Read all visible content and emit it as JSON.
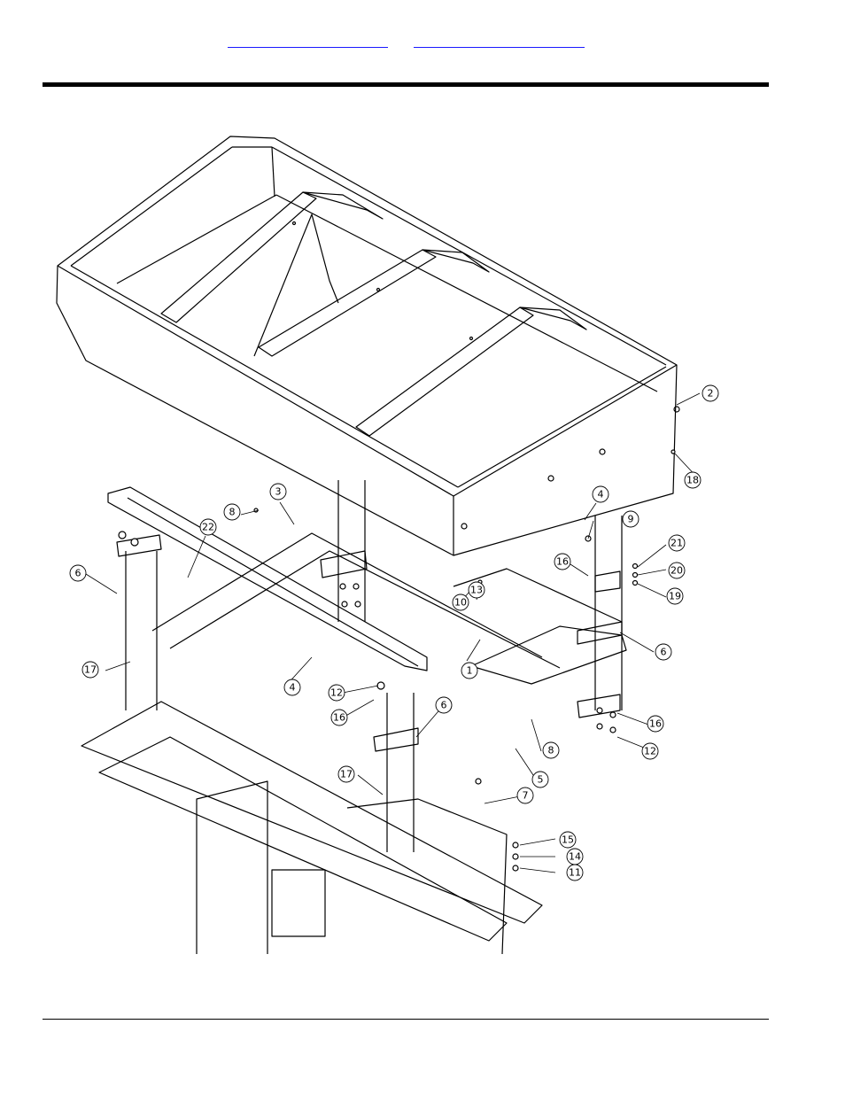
{
  "header": {
    "links": [
      "",
      ""
    ]
  },
  "diagram": {
    "callouts": [
      {
        "label": "1"
      },
      {
        "label": "2"
      },
      {
        "label": "3"
      },
      {
        "label": "4"
      },
      {
        "label": "4"
      },
      {
        "label": "5"
      },
      {
        "label": "6"
      },
      {
        "label": "6"
      },
      {
        "label": "6"
      },
      {
        "label": "7"
      },
      {
        "label": "8"
      },
      {
        "label": "8"
      },
      {
        "label": "9"
      },
      {
        "label": "10"
      },
      {
        "label": "11"
      },
      {
        "label": "12"
      },
      {
        "label": "12"
      },
      {
        "label": "13"
      },
      {
        "label": "14"
      },
      {
        "label": "15"
      },
      {
        "label": "16"
      },
      {
        "label": "16"
      },
      {
        "label": "16"
      },
      {
        "label": "17"
      },
      {
        "label": "17"
      },
      {
        "label": "18"
      },
      {
        "label": "19"
      },
      {
        "label": "20"
      },
      {
        "label": "21"
      },
      {
        "label": "22"
      }
    ]
  }
}
